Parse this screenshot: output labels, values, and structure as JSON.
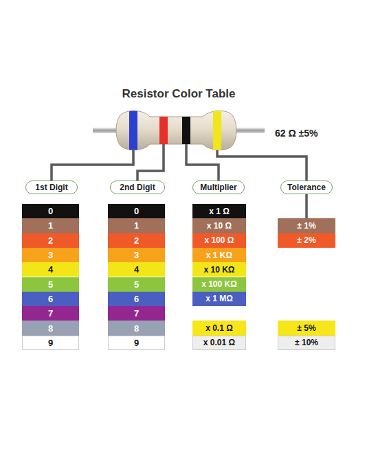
{
  "diagram": {
    "title": "Resistor Color Table",
    "nodes": [
      {
        "text": [
          "1st Digit"
        ]
      },
      {
        "text": [
          "2nd Digit"
        ]
      },
      {
        "text": [
          "Multiplier"
        ]
      },
      {
        "text": [
          "Tolerance"
        ]
      },
      {
        "text": [
          "0"
        ]
      },
      {
        "text": [
          "1"
        ]
      },
      {
        "text": [
          "2"
        ]
      },
      {
        "text": [
          "3"
        ]
      },
      {
        "text": [
          "4"
        ]
      },
      {
        "text": [
          "5"
        ]
      },
      {
        "text": [
          "6"
        ]
      },
      {
        "text": [
          "7"
        ]
      },
      {
        "text": [
          "8"
        ]
      },
      {
        "text": [
          "9"
        ]
      },
      {
        "text": [
          "0"
        ]
      },
      {
        "text": [
          "1"
        ]
      },
      {
        "text": [
          "2"
        ]
      },
      {
        "text": [
          "3"
        ]
      },
      {
        "text": [
          "4"
        ]
      },
      {
        "text": [
          "5"
        ]
      },
      {
        "text": [
          "6"
        ]
      },
      {
        "text": [
          "7"
        ]
      },
      {
        "text": [
          "8"
        ]
      },
      {
        "text": [
          "9"
        ]
      },
      {
        "text": [
          "x 1 Ω"
        ]
      },
      {
        "text": [
          "x 10 Ω"
        ]
      },
      {
        "text": [
          "x 100 Ω"
        ]
      },
      {
        "text": [
          "x 1 KΩ"
        ]
      },
      {
        "text": [
          "x 10 KΩ"
        ]
      },
      {
        "text": [
          "x 100 KΩ"
        ]
      },
      {
        "text": [
          "x 1 MΩ"
        ]
      },
      {
        "text": [
          "x 0.1 Ω"
        ]
      },
      {
        "text": [
          "x 0.01 Ω"
        ]
      },
      {
        "text": [
          "± 1%"
        ]
      },
      {
        "text": [
          "± 2%"
        ]
      },
      {
        "text": [
          "± 5%"
        ]
      },
      {
        "text": [
          "± 10%"
        ]
      }
    ],
    "edges": [
      {
        "from": 3,
        "to": 33,
        "arrow": "none"
      }
    ],
    "labels": [
      "62 Ω ±5%"
    ]
  }
}
